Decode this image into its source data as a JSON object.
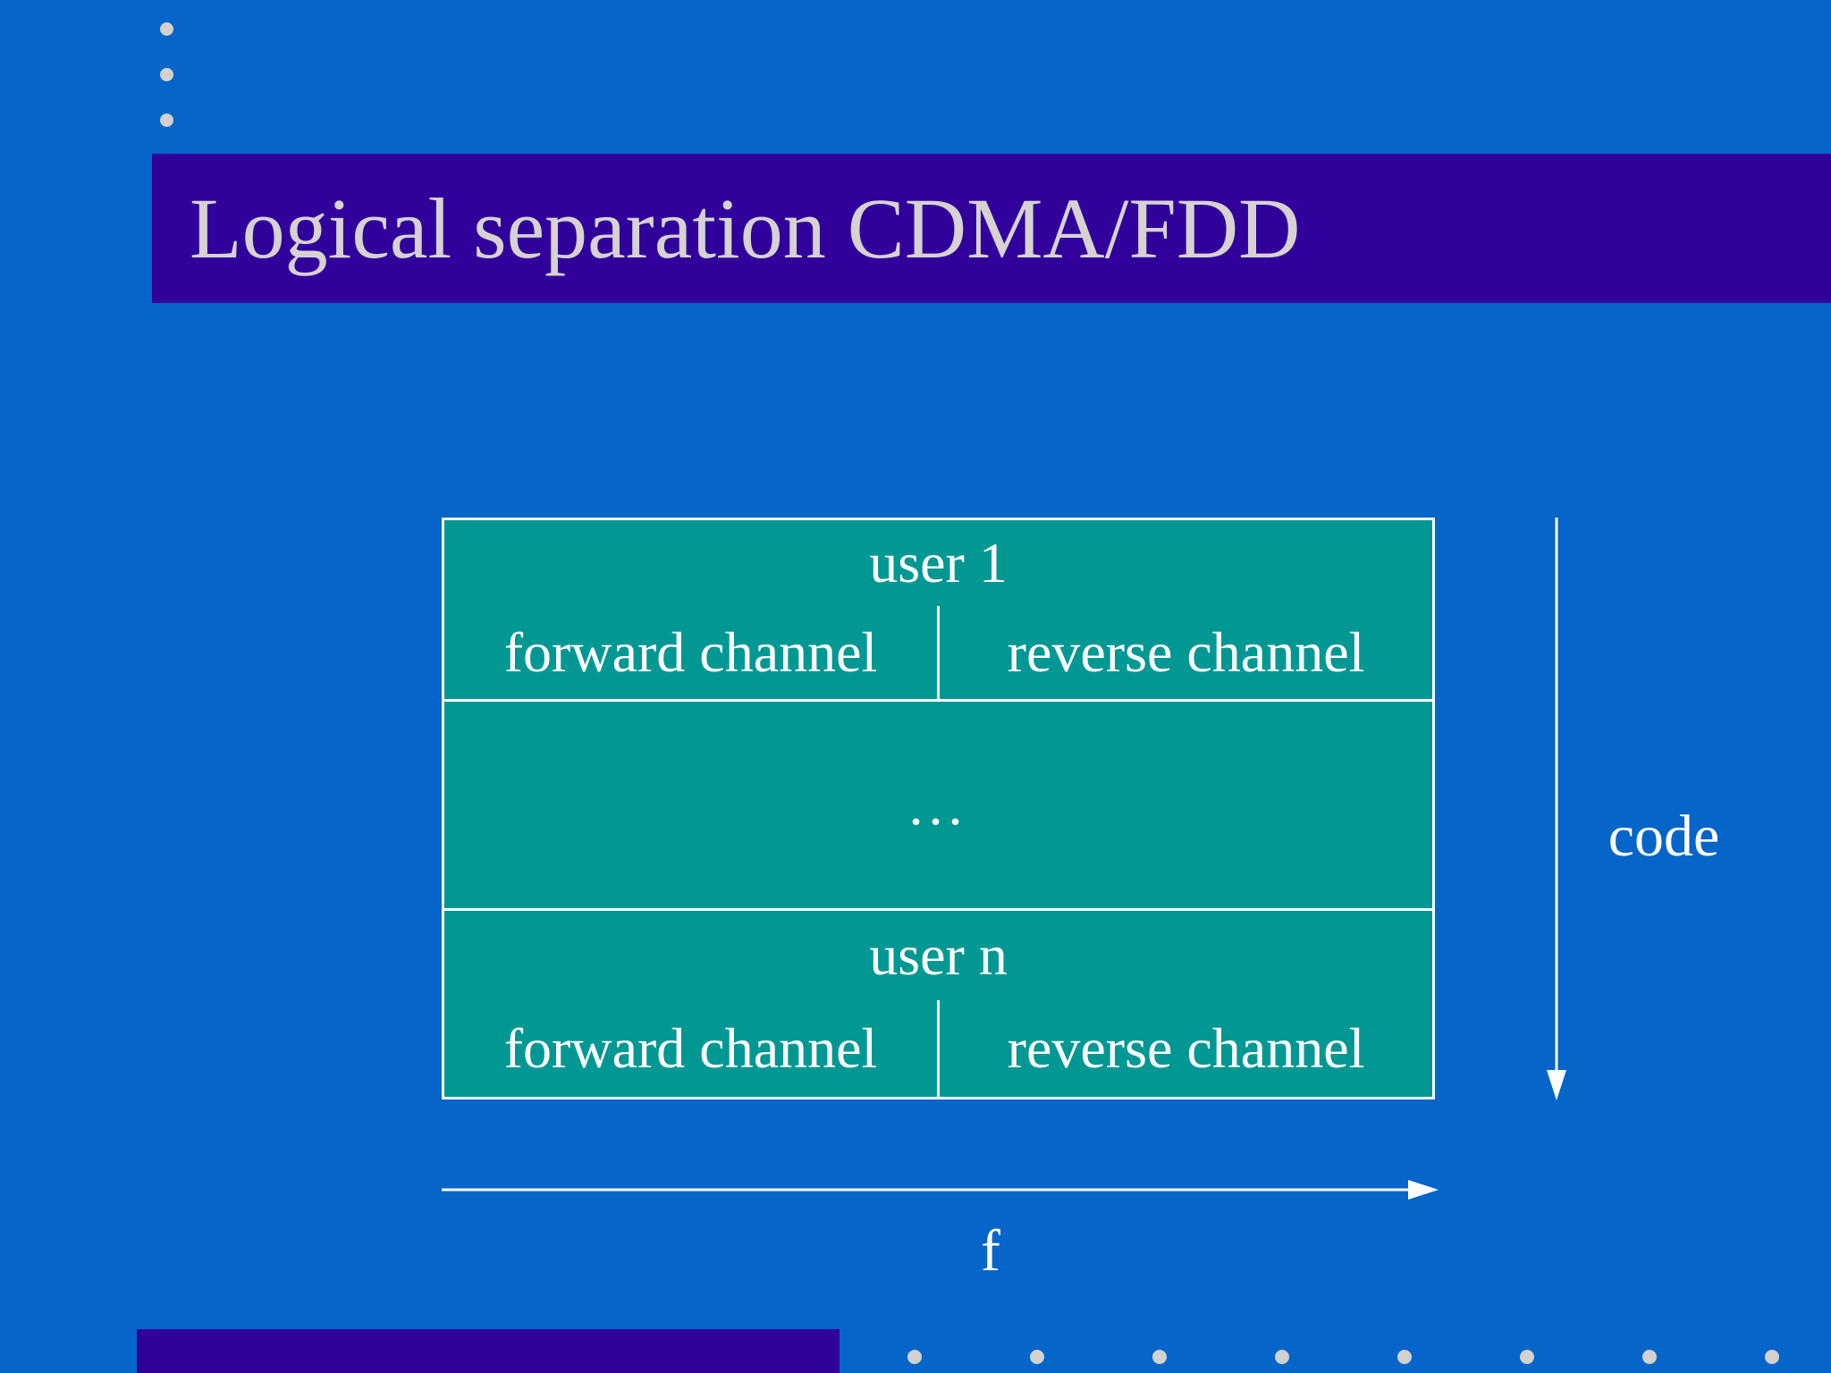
{
  "slide": {
    "title": "Logical separation CDMA/FDD"
  },
  "diagram": {
    "table": {
      "rows": [
        {
          "user_label": "user 1",
          "forward": "forward channel",
          "reverse": "reverse channel"
        },
        {
          "ellipsis": "..."
        },
        {
          "user_label": "user n",
          "forward": "forward channel",
          "reverse": "reverse channel"
        }
      ]
    },
    "axes": {
      "vertical_label": "code",
      "horizontal_label": "f"
    }
  },
  "colors": {
    "background": "#0565c9",
    "accent_bar": "#31019c",
    "table_fill": "#019894",
    "table_border": "#ffffff",
    "text_light": "#d6d2d2",
    "text_white": "#ffffff",
    "dot_color": "#d3d0d0"
  }
}
